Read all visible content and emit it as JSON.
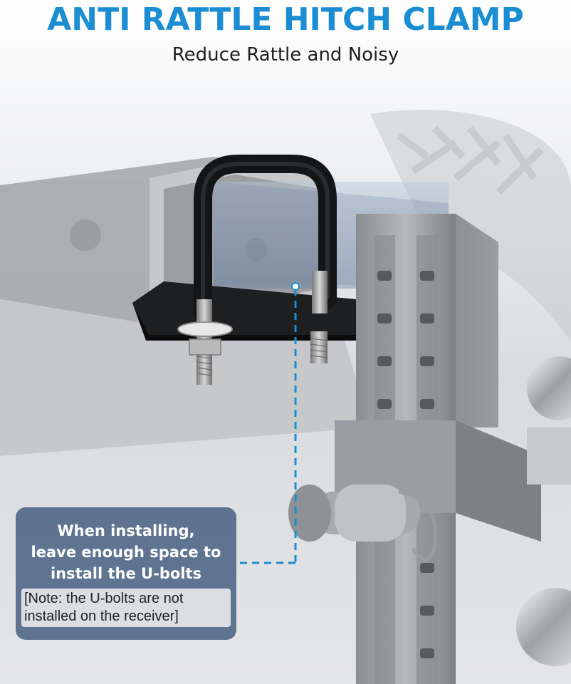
{
  "header": {
    "title": "ANTI RATTLE HITCH CLAMP",
    "subtitle": "Reduce Rattle and Noisy"
  },
  "callout": {
    "line1": "When installing,",
    "line2": "leave enough space to",
    "line3": "install the U-bolts",
    "note_line1": "[Note: the U-bolts are not",
    "note_line2": "installed on the receiver]"
  },
  "colors": {
    "title": "#1b8ed3",
    "subtitle": "#1f1f1f",
    "callout_bg": "#3a5478",
    "guide_line": "#1b8ed3"
  }
}
